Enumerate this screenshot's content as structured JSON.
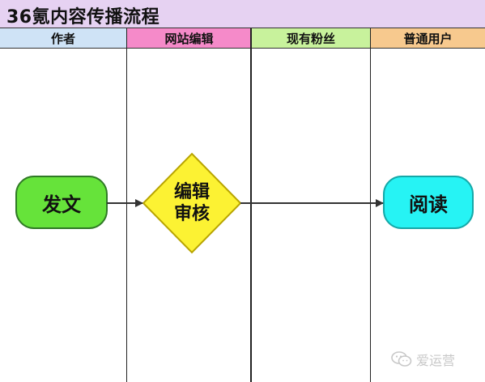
{
  "title": "36氪内容传播流程",
  "lanes": [
    {
      "label": "作者",
      "color": "#cfe3f6"
    },
    {
      "label": "网站编辑",
      "color": "#f58ac9"
    },
    {
      "label": "现有粉丝",
      "color": "#c8f29c"
    },
    {
      "label": "普通用户",
      "color": "#f7c98e"
    }
  ],
  "nodes": {
    "publish": {
      "label": "发文",
      "shape": "rounded-rect",
      "color": "#66e33a"
    },
    "review": {
      "line1": "编辑",
      "line2": "审核",
      "shape": "diamond",
      "color": "#fcf233"
    },
    "read": {
      "label": "阅读",
      "shape": "rounded-rect",
      "color": "#26f3f4"
    }
  },
  "watermark": {
    "text": "爱运营",
    "icon": "wechat-icon"
  }
}
